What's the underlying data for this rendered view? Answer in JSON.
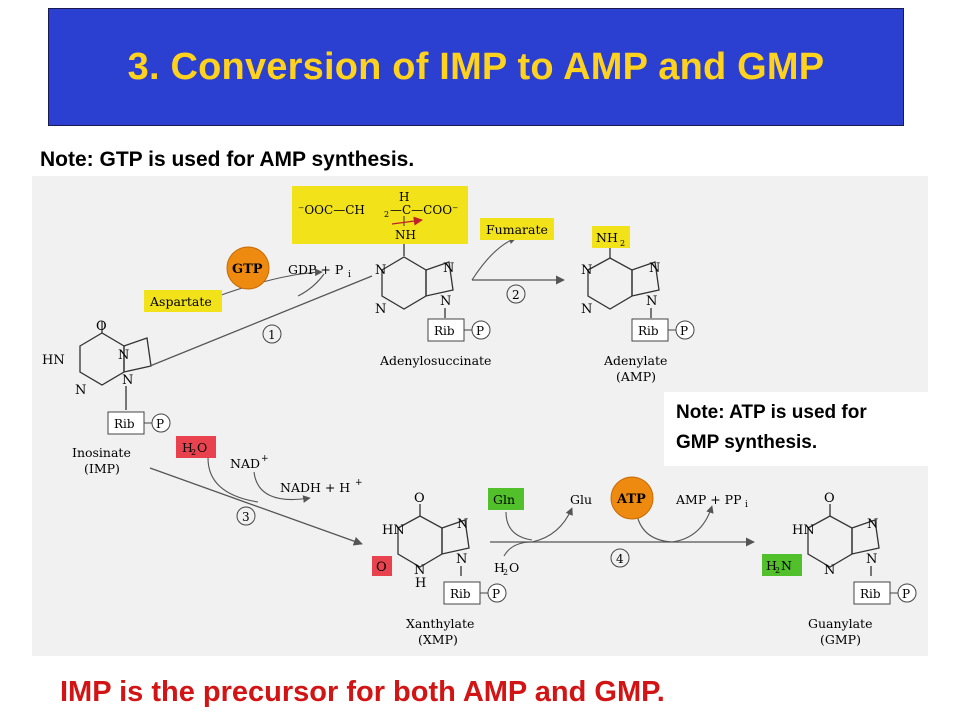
{
  "title": "3. Conversion of IMP to AMP and GMP",
  "note_gtp": "Note: GTP is used for AMP synthesis.",
  "note_atp": {
    "line1": "Note: ATP is used for",
    "line2": "GMP synthesis."
  },
  "footer": "IMP is the precursor for both AMP and GMP.",
  "colors": {
    "title_bg": "#2b3fd0",
    "title_text": "#ffd21e",
    "footer": "#d21414",
    "yellow_box": "#f2e21a",
    "orange_circle": "#ef8a10",
    "red_box": "#e8424f",
    "green_box": "#52c02a"
  },
  "diagram": {
    "molecules": {
      "imp": {
        "name": "Inosinate",
        "abbr": "(IMP)"
      },
      "adenylosuccinate": {
        "name": "Adenylosuccinate"
      },
      "amp": {
        "name": "Adenylate",
        "abbr": "(AMP)"
      },
      "xmp": {
        "name": "Xanthylate",
        "abbr": "(XMP)"
      },
      "gmp": {
        "name": "Guanylate",
        "abbr": "(GMP)"
      }
    },
    "atoms": {
      "o": "O",
      "hn": "HN",
      "n": "N",
      "h": "H",
      "rib": "Rib",
      "p": "P",
      "nh2": "NH",
      "h2n": "H",
      "two": "2",
      "nh": "NH",
      "c": "C"
    },
    "reagents": {
      "aspartate": "Aspartate",
      "gtp": "GTP",
      "gdp_pi": "GDP + P",
      "i_sub": "i",
      "fumarate": "Fumarate",
      "h2o": "H",
      "h2o_o": "O",
      "nad": "NAD",
      "nad_sup": "+",
      "nadh": "NADH + H",
      "gln": "Gln",
      "glu": "Glu",
      "atp": "ATP",
      "amp_ppi": "AMP + PP",
      "h2o_b": "H",
      "sub2": "2"
    },
    "succinyl": {
      "left": "⁻OOC—CH",
      "mid": "—C—COO⁻"
    },
    "steps": [
      "1",
      "2",
      "3",
      "4"
    ]
  }
}
